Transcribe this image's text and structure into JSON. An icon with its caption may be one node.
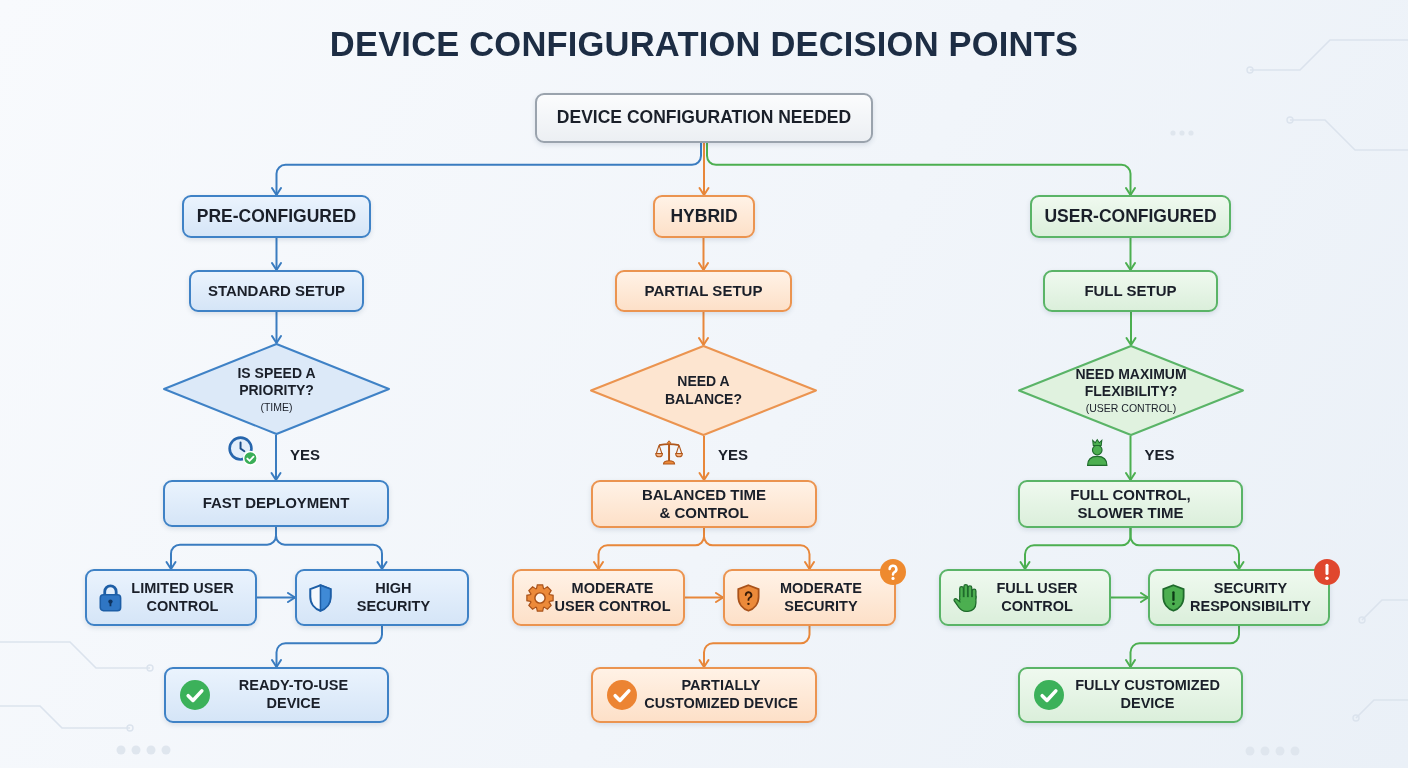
{
  "diagram": {
    "title": "DEVICE CONFIGURATION DECISION POINTS",
    "nodes": [
      {
        "text": [
          "DEVICE CONFIGURATION NEEDED"
        ]
      },
      {
        "text": [
          "PRE-CONFIGURED"
        ]
      },
      {
        "text": [
          "STANDARD SETUP"
        ]
      },
      {
        "text": [
          "IS SPEED A PRIORITY?",
          "(TIME)"
        ]
      },
      {
        "text": [
          "FAST DEPLOYMENT"
        ]
      },
      {
        "text": [
          "LIMITED USER CONTROL"
        ]
      },
      {
        "text": [
          "HIGH SECURITY"
        ]
      },
      {
        "text": [
          "READY-TO-USE DEVICE"
        ]
      },
      {
        "text": [
          "HYBRID"
        ]
      },
      {
        "text": [
          "PARTIAL SETUP"
        ]
      },
      {
        "text": [
          "NEED A BALANCE?"
        ]
      },
      {
        "text": [
          "BALANCED TIME & CONTROL"
        ]
      },
      {
        "text": [
          "MODERATE USER CONTROL"
        ]
      },
      {
        "text": [
          "MODERATE SECURITY"
        ]
      },
      {
        "text": [
          "PARTIALLY CUSTOMIZED DEVICE"
        ]
      },
      {
        "text": [
          "USER-CONFIGURED"
        ]
      },
      {
        "text": [
          "FULL SETUP"
        ]
      },
      {
        "text": [
          "NEED MAXIMUM FLEXIBILITY?",
          "(USER CONTROL)"
        ]
      },
      {
        "text": [
          "FULL CONTROL, SLOWER TIME"
        ]
      },
      {
        "text": [
          "FULL USER CONTROL"
        ]
      },
      {
        "text": [
          "SECURITY RESPONSIBILITY"
        ]
      },
      {
        "text": [
          "FULLY CUSTOMIZED DEVICE"
        ]
      }
    ],
    "edges": [
      {
        "from": 0,
        "to": 1,
        "arrow": "to",
        "color": "#3a7cc0"
      },
      {
        "from": 0,
        "to": 8,
        "arrow": "to",
        "color": "#e8873a"
      },
      {
        "from": 0,
        "to": 15,
        "arrow": "to",
        "color": "#4caf50"
      },
      {
        "from": 1,
        "to": 2,
        "arrow": "to",
        "color": "#3a7cc0"
      },
      {
        "from": 2,
        "to": 3,
        "arrow": "to",
        "color": "#3a7cc0"
      },
      {
        "from": 3,
        "to": 4,
        "label": "YES",
        "arrow": "to",
        "color": "#3a7cc0"
      },
      {
        "from": 4,
        "to": 5,
        "arrow": "to",
        "color": "#3a7cc0"
      },
      {
        "from": 4,
        "to": 6,
        "arrow": "to",
        "color": "#3a7cc0"
      },
      {
        "from": 5,
        "to": 6,
        "arrow": "to",
        "color": "#3a7cc0"
      },
      {
        "from": 6,
        "to": 7,
        "arrow": "to",
        "color": "#3a7cc0"
      },
      {
        "from": 8,
        "to": 9,
        "arrow": "to",
        "color": "#e8873a"
      },
      {
        "from": 9,
        "to": 10,
        "arrow": "to",
        "color": "#e8873a"
      },
      {
        "from": 10,
        "to": 11,
        "label": "YES",
        "arrow": "to",
        "color": "#e8873a"
      },
      {
        "from": 11,
        "to": 12,
        "arrow": "to",
        "color": "#e8873a"
      },
      {
        "from": 11,
        "to": 13,
        "arrow": "to",
        "color": "#e8873a"
      },
      {
        "from": 12,
        "to": 13,
        "arrow": "to",
        "color": "#e8873a"
      },
      {
        "from": 13,
        "to": 14,
        "arrow": "to",
        "color": "#e8873a"
      },
      {
        "from": 15,
        "to": 16,
        "arrow": "to",
        "color": "#4caf50"
      },
      {
        "from": 16,
        "to": 17,
        "arrow": "to",
        "color": "#4caf50"
      },
      {
        "from": 17,
        "to": 18,
        "label": "YES",
        "arrow": "to",
        "color": "#4caf50"
      },
      {
        "from": 18,
        "to": 19,
        "arrow": "to",
        "color": "#4caf50"
      },
      {
        "from": 18,
        "to": 20,
        "arrow": "to",
        "color": "#4caf50"
      },
      {
        "from": 19,
        "to": 20,
        "arrow": "to",
        "color": "#4caf50"
      },
      {
        "from": 20,
        "to": 21,
        "arrow": "to",
        "color": "#4caf50"
      }
    ]
  }
}
